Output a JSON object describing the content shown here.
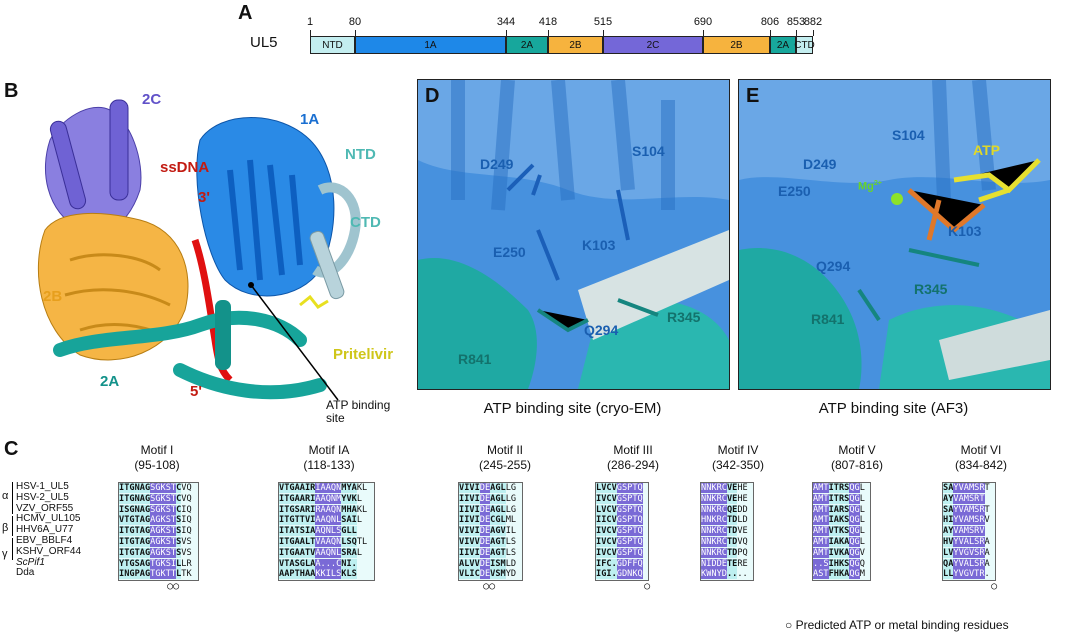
{
  "panels": {
    "A": "A",
    "B": "B",
    "C": "C",
    "D": "D",
    "E": "E"
  },
  "domain_map": {
    "protein": "UL5",
    "ticks": [
      "1",
      "80",
      "344",
      "418",
      "515",
      "690",
      "806",
      "853",
      "882"
    ],
    "segments": [
      {
        "label": "NTD",
        "color": "#c4eef0"
      },
      {
        "label": "1A",
        "color": "#1e88e8"
      },
      {
        "label": "2A",
        "color": "#17a79c"
      },
      {
        "label": "2B",
        "color": "#f6b33e"
      },
      {
        "label": "2C",
        "color": "#7467d8"
      },
      {
        "label": "2B",
        "color": "#f6b33e"
      },
      {
        "label": "2A",
        "color": "#17a79c"
      },
      {
        "label": "CTD",
        "color": "#c4eef0"
      }
    ]
  },
  "structure_b": {
    "labels": {
      "c2": "2C",
      "a1": "1A",
      "ntd": "NTD",
      "ssdna": "ssDNA",
      "p3": "3'",
      "ctd": "CTD",
      "b2": "2B",
      "pritelivir": "Pritelivir",
      "a2": "2A",
      "p5": "5'",
      "atp_site": "ATP binding\nsite"
    }
  },
  "panel_d": {
    "caption": "ATP binding site (cryo-EM)",
    "residues": {
      "d249": "D249",
      "s104": "S104",
      "e250": "E250",
      "k103": "K103",
      "r345": "R345",
      "q294": "Q294",
      "r841": "R841"
    }
  },
  "panel_e": {
    "caption": "ATP binding site (AF3)",
    "residues": {
      "s104": "S104",
      "atp": "ATP",
      "d249": "D249",
      "mg": "Mg",
      "mg_sup": "2+",
      "e250": "E250",
      "k103": "K103",
      "q294": "Q294",
      "r345": "R345",
      "r841": "R841"
    }
  },
  "alignment": {
    "species": [
      "HSV-1_UL5",
      "HSV-2_UL5",
      "VZV_ORF55",
      "HCMV_UL105",
      "HHV6A_U77",
      "EBV_BBLF4",
      "KSHV_ORF44",
      "ScPif1",
      "Dda"
    ],
    "groups": [
      "α",
      "β",
      "γ"
    ],
    "motifs": [
      {
        "name": "Motif I",
        "range": "(95-108)",
        "rows": [
          "ITGNAGSGKSTCVQ",
          "ITGNAGSGKSTCVQ",
          "ISGNAGSGKSTCIQ",
          "VTGTAGAGKSTSIQ",
          "ITGTAGAGKSTSIQ",
          "ITGTAGAGKSTSVS",
          "ITGTAGAGKSTSVS",
          "YTGSAGTGKSILLR",
          "INGPAGTGKTTLTK"
        ],
        "marks": "        ○○    "
      },
      {
        "name": "Motif IA",
        "range": "(118-133)",
        "rows": [
          "VTGAAIRIAAQNMYAKL",
          "ITGAARIAAQNMYVKL",
          "ITGSARIRAAQNMHAKL",
          "ITGTTVIAAQNLSAIL",
          "ITATSIAAQNLSGLL",
          "ITGAALTVAAQNLSQTL",
          "ITGAATVAAQNLSRAL",
          "VTASGLAA...CNI.",
          "AAPTHAAKKILSKLS"
        ],
        "marks": ""
      },
      {
        "name": "Motif II",
        "range": "(245-255)",
        "rows": [
          "VIVIDEAGLLG",
          "IIVIDEAGLLG",
          "IIVIDEAGLLG",
          "IIVIDECGLML",
          "VIVIDEAGVIL",
          "VIVVDEAGTLS",
          "IIVIDEAGTLS",
          "ALVVDEISMLD",
          "VLICDEVSMYD"
        ],
        "marks": "    ○○     "
      },
      {
        "name": "Motif III",
        "range": "(286-294)",
        "rows": [
          "LVCVGSPTQ",
          "IVCVGSPTQ",
          "LVCVGSPTQ",
          "IICVGSPTQ",
          "IVCVGSPTQ",
          "IVCVGSPTQ",
          "IVCVGSPTQ",
          "IFC.GDFFQ",
          "IGI.GDNKQ"
        ],
        "marks": "        ○"
      },
      {
        "name": "Motif IV",
        "range": "(342-350)",
        "rows": [
          "NNKRCVEHE",
          "NNKRCVEHE",
          "NNKRCQEDD",
          "HNKRCTDLD",
          "NNKRCTDVE",
          "NNKRCTDVQ",
          "NNKRCTDPQ",
          "NIDDETERE",
          "KWNYD...."
        ],
        "marks": ""
      },
      {
        "name": "Motif V",
        "range": "(807-816)",
        "rows": [
          "AMTITRSQGL",
          "AMTITRSQGL",
          "AMTIARSQGL",
          "AMTIAKSQGL",
          "AMTVTKSQGL",
          "AMTIAKAQGL",
          "AMTIVKAQGV",
          "..SIHKSQGQ",
          "ASTFHKAQGM"
        ],
        "marks": ""
      },
      {
        "name": "Motif VI",
        "range": "(834-842)",
        "rows": [
          "SAYVAMSRT",
          "AYVAMSRT",
          "SAYVAMSRT",
          "HIYVAMSRV",
          "AYVAMSRV",
          "HVYVALSRA",
          "LVYVGVSRA",
          "QAYVALSRA",
          "LLYVGVTR."
        ],
        "marks": "        ○"
      }
    ],
    "legend": "○  Predicted ATP or metal binding residues"
  }
}
